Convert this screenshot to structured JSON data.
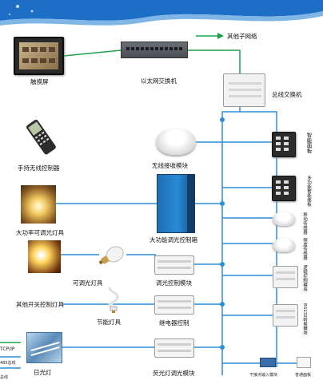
{
  "colors": {
    "bus_line": "#2a8fd6",
    "tcp_line": "#1aa24a",
    "bus_dot": "#2a8fd6",
    "arrow": "#1aa24a"
  },
  "labels": {
    "other_subnet": "其他子网络",
    "touch_screen": "触摸屏",
    "ethernet_switch": "以太网交换机",
    "bus_switch": "总线交换机",
    "handheld_controller": "手持无线控制器",
    "wireless_receiver": "无线接收模块",
    "high_power_dimmable": "大功率可调光灯具",
    "high_power_cabinet": "大功能调光控制箱",
    "dimmable_lamp": "可调光灯具",
    "dimmer_module": "调光控制模块",
    "other_switch_lamps": "其他开关控制灯具",
    "energy_saving_lamp": "节能灯具",
    "relay_control": "继电器控制",
    "fluorescent": "日光灯",
    "fluorescent_dimmer": "荧光灯调光模块",
    "smart_panel": "智能面板",
    "multi_smart_panel": "多功能智能面板",
    "presence_sensor": "移动传感器",
    "illuminance_sensor": "照度传感器",
    "logic_module": "逻辑控制模块",
    "rs232_module": "RS232转换模块",
    "dry_contact": "干接点输入模块",
    "standard_panel": "普通面板",
    "legend_tcp": "TCP/IP",
    "legend_485": "485总线",
    "legend_bus": "总线"
  },
  "icons": {
    "touch": "touch-screen-icon",
    "eth": "ethernet-switch-icon",
    "bus": "bus-switch-icon",
    "handheld": "handheld-controller-icon",
    "receiver": "wireless-receiver-icon",
    "cabinet": "control-cabinet-icon",
    "chandelier": "chandelier-icon",
    "wall_lamp": "wall-lamp-icon",
    "bulb": "led-bulb-icon",
    "cfl": "energy-saving-bulb-icon",
    "tube": "fluorescent-tube-icon"
  }
}
